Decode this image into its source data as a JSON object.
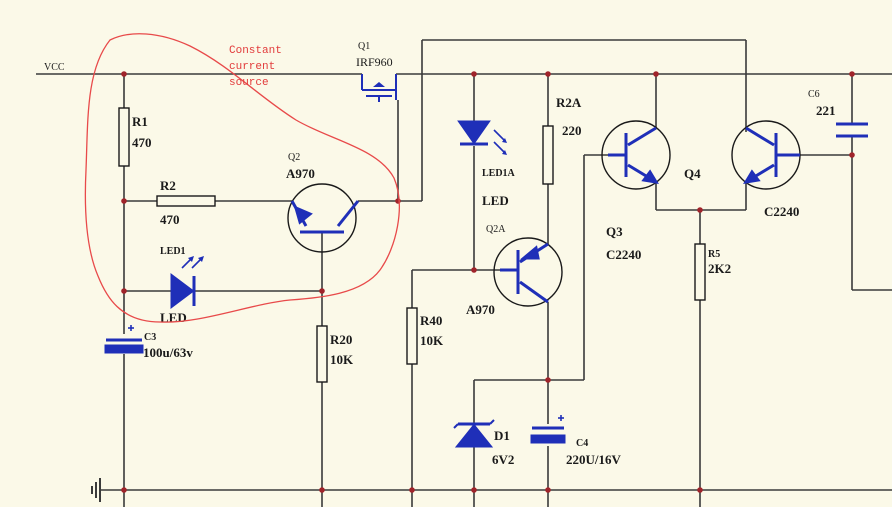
{
  "schematic": {
    "rail": "VCC",
    "note": [
      "Constant",
      "current",
      "source"
    ],
    "colors": {
      "symbol": "#1f2fb8",
      "wire": "#3a3a3a",
      "annotation": "#e84a4a",
      "background": "#fbf9e8"
    },
    "parts": {
      "q1": {
        "ref": "Q1",
        "value": "IRF960"
      },
      "r1": {
        "ref": "R1",
        "value": "470"
      },
      "r2": {
        "ref": "R2",
        "value": "470"
      },
      "q2": {
        "ref": "Q2",
        "value": "A970"
      },
      "led1": {
        "ref": "LED1",
        "value": "LED"
      },
      "c3": {
        "ref": "C3",
        "value": "100u/63v"
      },
      "r20": {
        "ref": "R20",
        "value": "10K"
      },
      "led1a": {
        "ref": "LED1A",
        "value": "LED"
      },
      "r2a": {
        "ref": "R2A",
        "value": "220"
      },
      "q2a": {
        "ref": "Q2A",
        "value": "A970"
      },
      "r40": {
        "ref": "R40",
        "value": "10K"
      },
      "d1": {
        "ref": "D1",
        "value": "6V2"
      },
      "c4": {
        "ref": "C4",
        "value": "220U/16V"
      },
      "q3": {
        "ref": "Q3",
        "value": "C2240"
      },
      "q4": {
        "ref": "Q4",
        "value": "C2240"
      },
      "r5": {
        "ref": "R5",
        "value": "2K2"
      },
      "c6": {
        "ref": "C6",
        "value": "221"
      }
    }
  }
}
